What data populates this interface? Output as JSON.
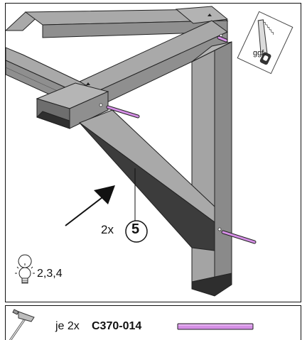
{
  "step": {
    "quantity_label": "2x",
    "part_number": "5",
    "tip_refs": "2,3,4",
    "saw_note": "ggf."
  },
  "footer": {
    "prefix": "je 2x",
    "part_code": "C370-014"
  },
  "colors": {
    "beam_top": "#a9a9a9",
    "beam_front": "#8f8f8f",
    "beam_side": "#7b7b7b",
    "beam_dark": "#3c3c3c",
    "dowel": "#d58fe6"
  },
  "icons": [
    "saw-icon",
    "lightbulb-icon",
    "hammer-icon",
    "arrow-icon"
  ]
}
